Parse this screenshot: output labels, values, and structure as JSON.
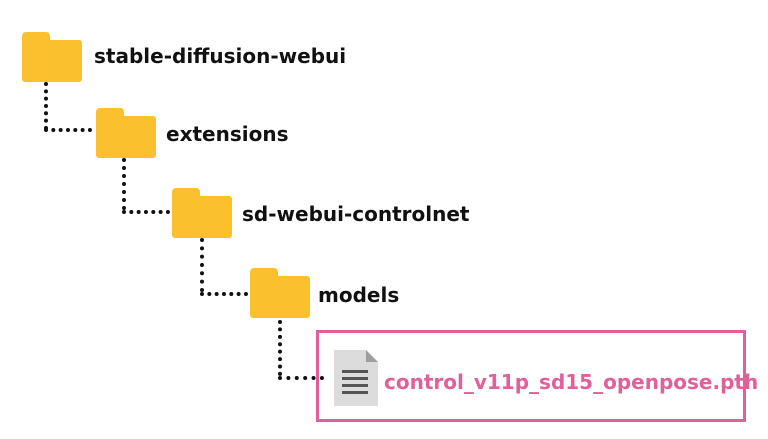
{
  "tree": {
    "root": {
      "label": "stable-diffusion-webui",
      "icon": "folder-icon"
    },
    "level1": {
      "label": "extensions",
      "icon": "folder-icon"
    },
    "level2": {
      "label": "sd-webui-controlnet",
      "icon": "folder-icon"
    },
    "level3": {
      "label": "models",
      "icon": "folder-icon"
    },
    "file": {
      "label": "control_v11p_sd15_openpose.pth",
      "icon": "document-icon"
    }
  },
  "colors": {
    "folder": "#fbc02d",
    "highlight": "#e0609a",
    "connector": "#111111"
  }
}
